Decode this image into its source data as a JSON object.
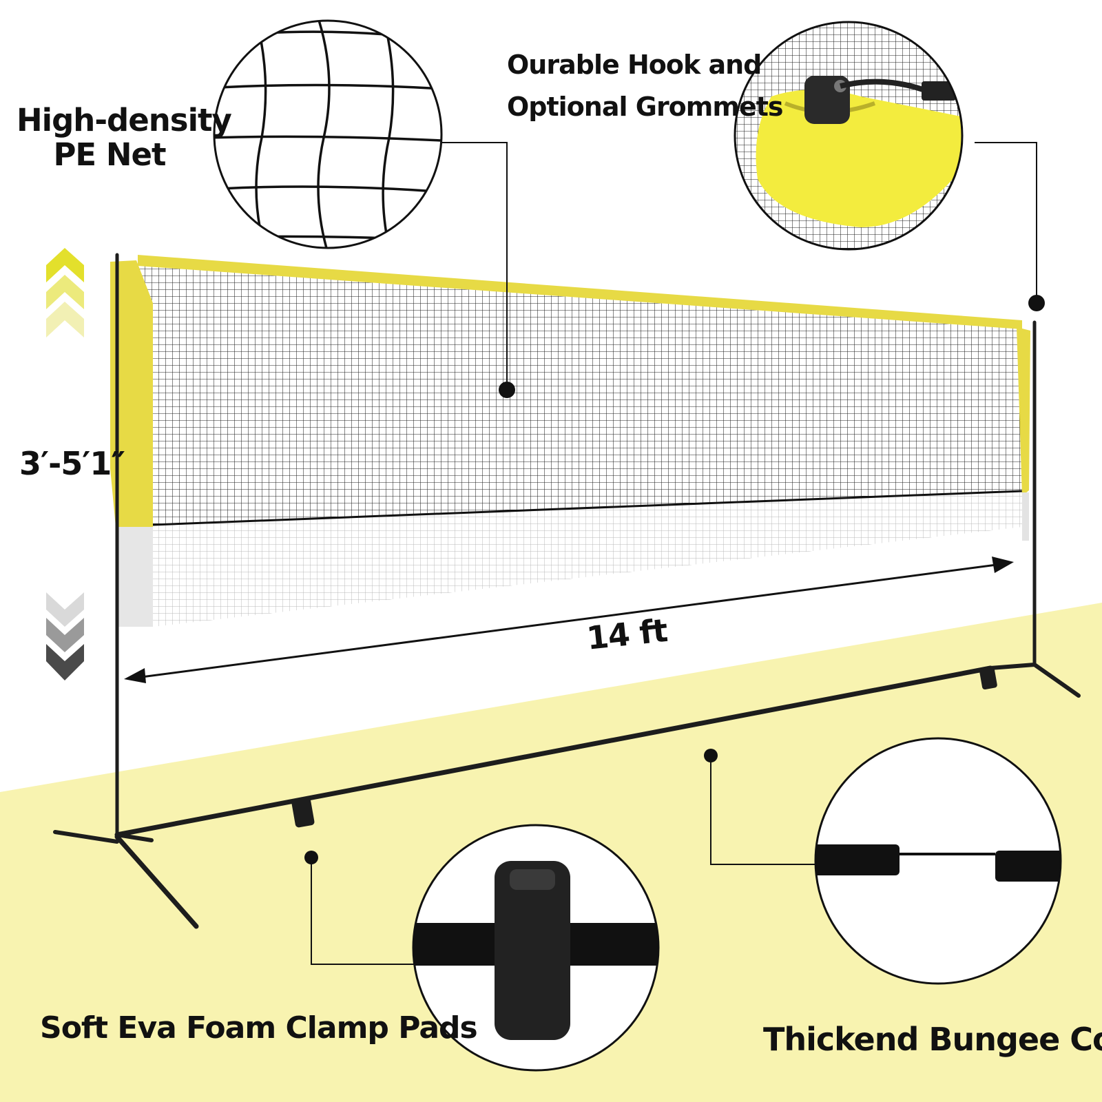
{
  "colors": {
    "floor": "#f8f3b0",
    "net_trim": "#e7da45",
    "frame": "#1d1d1d",
    "net_mesh": "#222222",
    "arrow_up": [
      "#e3e02c",
      "#ecea7c",
      "#f2f0b4"
    ],
    "arrow_down": [
      "#d9d9d9",
      "#9a9a9a",
      "#4a4a4a"
    ]
  },
  "callouts": {
    "net": {
      "line1": "High-density",
      "line2": "PE Net",
      "icon": "net-mesh-icon"
    },
    "hook": {
      "line1": "Ourable Hook and",
      "line2": "Optional Grommets",
      "icon": "hook-grommet-icon"
    },
    "clamp": {
      "text": "Soft Eva Foam Clamp Pads",
      "icon": "foam-clamp-icon"
    },
    "bungee": {
      "text": "Thickend Bungee Cord",
      "icon": "bungee-cord-icon"
    }
  },
  "dimensions": {
    "height": "3′-5′1″",
    "width": "14 ft"
  }
}
